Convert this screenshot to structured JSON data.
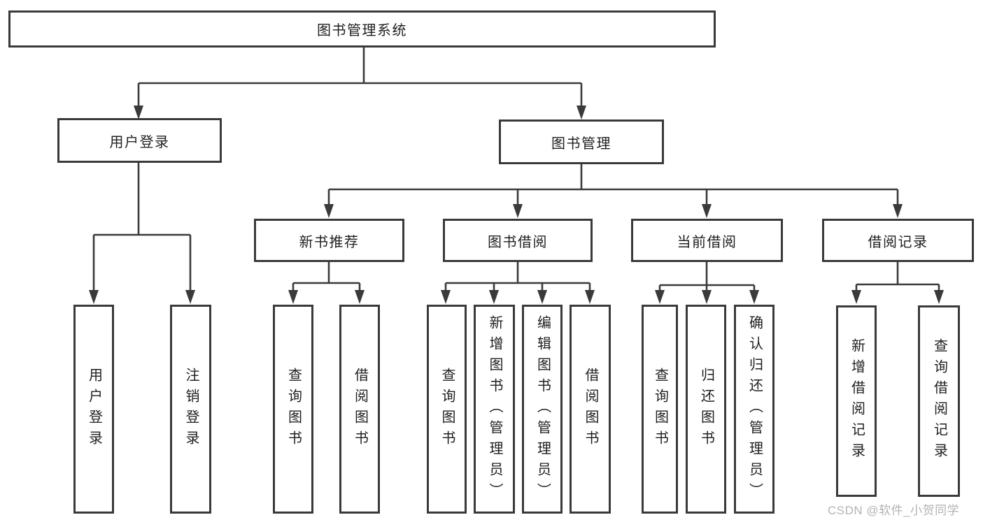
{
  "diagram": {
    "tree": {
      "root": "图书管理系统",
      "branches": [
        {
          "label": "用户登录",
          "children": [
            "用户登录",
            "注销登录"
          ]
        },
        {
          "label": "图书管理",
          "sections": [
            {
              "label": "新书推荐",
              "children": [
                "查询图书",
                "借阅图书"
              ]
            },
            {
              "label": "图书借阅",
              "children": [
                "查询图书",
                "新增图书（管理员）",
                "编辑图书（管理员）",
                "借阅图书"
              ]
            },
            {
              "label": "当前借阅",
              "children": [
                "查询图书",
                "归还图书",
                "确认归还（管理员）"
              ]
            },
            {
              "label": "借阅记录",
              "children": [
                "新增借阅记录",
                "查询借阅记录"
              ]
            }
          ]
        }
      ]
    },
    "watermark": "CSDN @软件_小贺同学",
    "colors": {
      "line": "#3a3a3a",
      "text": "#1f1f1f",
      "watermark": "#b3b3b3",
      "background": "#ffffff"
    }
  }
}
